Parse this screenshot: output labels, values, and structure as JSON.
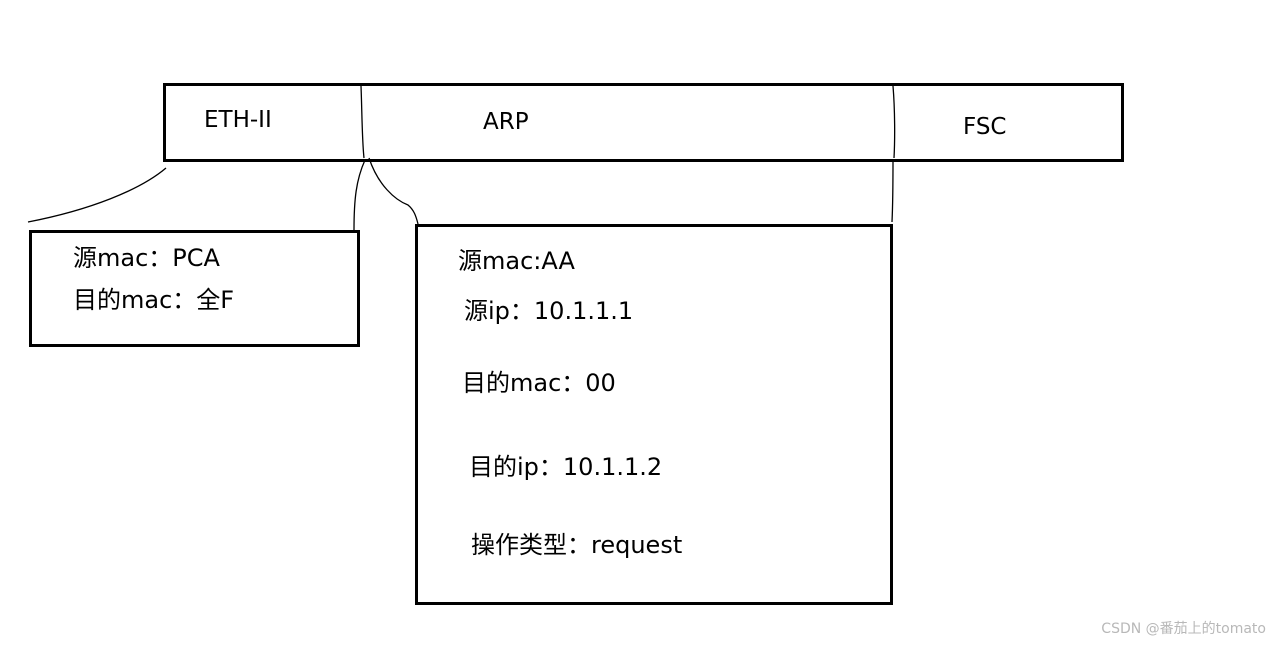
{
  "frame": {
    "segments": {
      "eth": "ETH-II",
      "arp": "ARP",
      "fsc": "FSC"
    }
  },
  "eth_detail": {
    "lines": [
      "源mac：PCA",
      "目的mac：全F"
    ]
  },
  "arp_detail": {
    "lines": [
      "源mac:AA",
      "源ip：10.1.1.1",
      "目的mac：00",
      "目的ip：10.1.1.2",
      "操作类型：request"
    ]
  },
  "watermark": "CSDN @番茄上的tomato"
}
